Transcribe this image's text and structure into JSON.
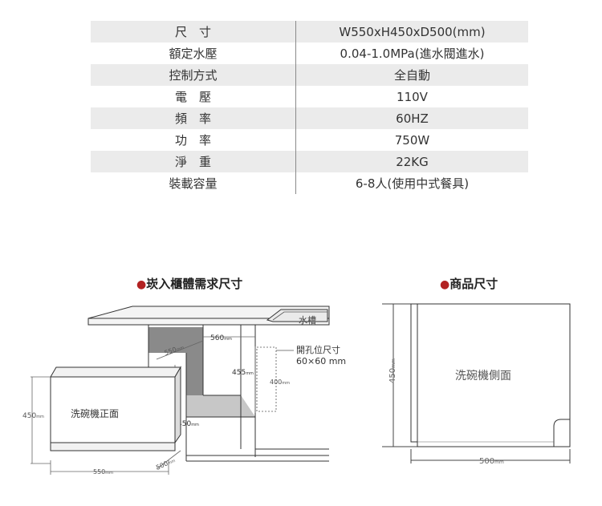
{
  "spec_table": {
    "rows": [
      {
        "label": "尺　寸",
        "value": "W550xH450xD500(mm)"
      },
      {
        "label": "額定水壓",
        "value": "0.04-1.0MPa(進水閥進水)"
      },
      {
        "label": "控制方式",
        "value": "全自動"
      },
      {
        "label": "電　壓",
        "value": "110V"
      },
      {
        "label": "頻　率",
        "value": "60HZ"
      },
      {
        "label": "功　率",
        "value": "750W"
      },
      {
        "label": "淨　重",
        "value": "22KG"
      },
      {
        "label": "裝載容量",
        "value": "6-8人(使用中式餐具)"
      }
    ]
  },
  "left_diagram": {
    "title": "崁入櫃體需求尺寸",
    "sink_label": "水槽",
    "hole_label": "開孔位尺寸",
    "hole_size": "60×60 mm",
    "front_label": "洗碗機正面",
    "dim_560": "560",
    "dim_550_diag": "550",
    "dim_455": "455",
    "dim_400": "400",
    "dim_450_right": "450",
    "dim_450_left": "450",
    "dim_550_bottom": "550",
    "dim_500": "500",
    "unit": "mm"
  },
  "right_diagram": {
    "title": "商品尺寸",
    "side_label": "洗碗機側面",
    "dim_height": "450",
    "dim_depth": "500",
    "unit": "mm"
  }
}
